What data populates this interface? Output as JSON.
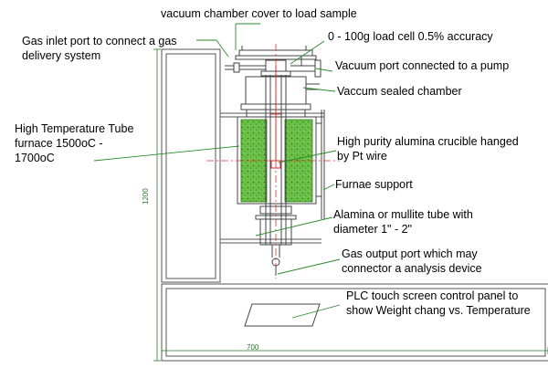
{
  "annotations": {
    "cover": "vacuum chamber cover to load  sample",
    "gas_inlet": [
      "Gas inlet port to connect a gas",
      "delivery system"
    ],
    "load_cell": "0 - 100g load cell 0.5% accuracy",
    "vacuum_port": "Vacuum port connected to a pump",
    "sealed_chamber": "Vaccum sealed chamber",
    "furnace": [
      "High Temperature Tube",
      "furnace 1500oC -",
      "1700oC"
    ],
    "crucible": [
      "High purity alumina crucible hanged",
      "by Pt wire"
    ],
    "support": "Furnae support",
    "tube": [
      "Alamina or mullite tube with",
      "diameter 1\" - 2\""
    ],
    "gas_output": [
      "Gas output port which may",
      "connector a analysis device"
    ],
    "plc": [
      "PLC touch screen control panel to",
      "show Weight chang vs. Temperature"
    ]
  },
  "dimensions": {
    "height": "1200",
    "width": "700"
  },
  "colors": {
    "frame": "#555555",
    "furnace_fill": "#66bb44",
    "furnace_dot": "#2f7a1f",
    "leader": "#2a8a2a",
    "centerline": "#e03030",
    "dimension": "#2a7a2a"
  }
}
